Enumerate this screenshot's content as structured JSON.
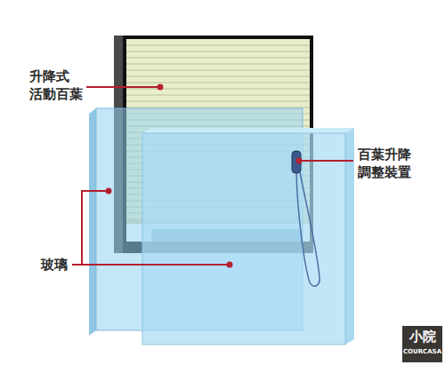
{
  "diagram": {
    "labels": [
      "升降式 活動百葉",
      "百葉升降 調整裝置",
      "玻璃",
      "小院",
      "COURCASA"
    ]
  }
}
